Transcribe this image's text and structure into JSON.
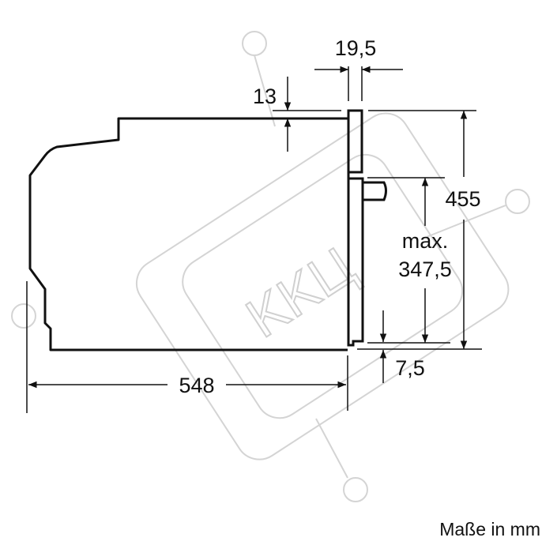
{
  "dimensions": {
    "width_gap": "19,5",
    "top_offset": "13",
    "height": "455",
    "max_label": "max.",
    "max_value": "347,5",
    "bottom_offset": "7,5",
    "depth": "548"
  },
  "units_note": "Maße in mm",
  "watermark": "KKЦ",
  "colors": {
    "line": "#111111",
    "watermark": "#d4d4d4"
  }
}
